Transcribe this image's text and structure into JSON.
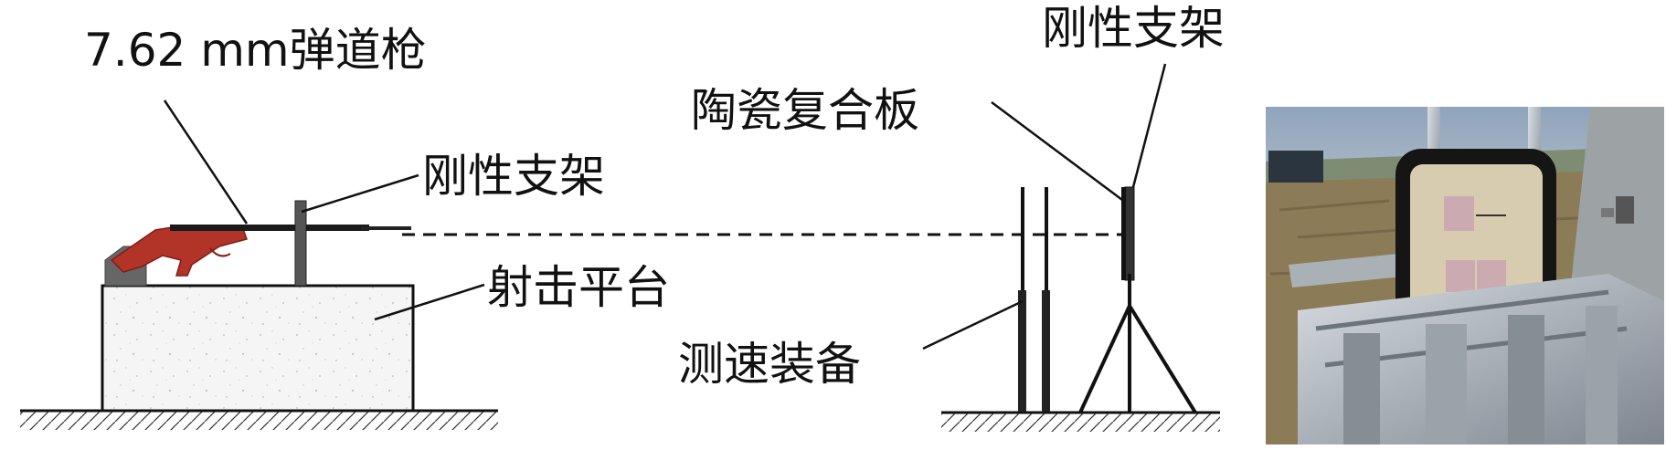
{
  "labels": {
    "gun": "7.62 mm弹道枪",
    "rigid_frame_left": "刚性支架",
    "platform": "射击平台",
    "ceramic_plate": "陶瓷复合板",
    "rigid_frame_right": "刚性支架",
    "velocity_device": "测速装备"
  },
  "colors": {
    "gun": "#b23327",
    "platform_fill": "#f4f4f4",
    "ink": "#111111"
  },
  "photo": {
    "description_icon": "experiment-photo"
  }
}
